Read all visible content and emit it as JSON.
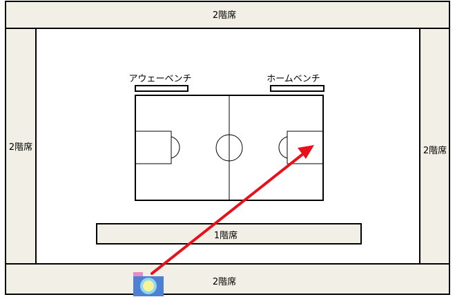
{
  "labels": {
    "top_seats": "2階席",
    "left_seats": "2階席",
    "right_seats": "2階席",
    "bottom_seats": "2階席",
    "first_floor_seats": "1階席",
    "away_bench": "アウェーベンチ",
    "home_bench": "ホームベンチ"
  },
  "colors": {
    "seat_fill": "#f2f0e6",
    "line": "#000000",
    "arrow": "#e8101a",
    "camera_body": "#4f7fd0",
    "camera_top": "#e98ac8",
    "camera_lens": "#f6f39a",
    "camera_lens_ring": "#8fd8f0"
  },
  "icons": {
    "camera": "camera-icon",
    "arrow": "arrow-icon"
  }
}
